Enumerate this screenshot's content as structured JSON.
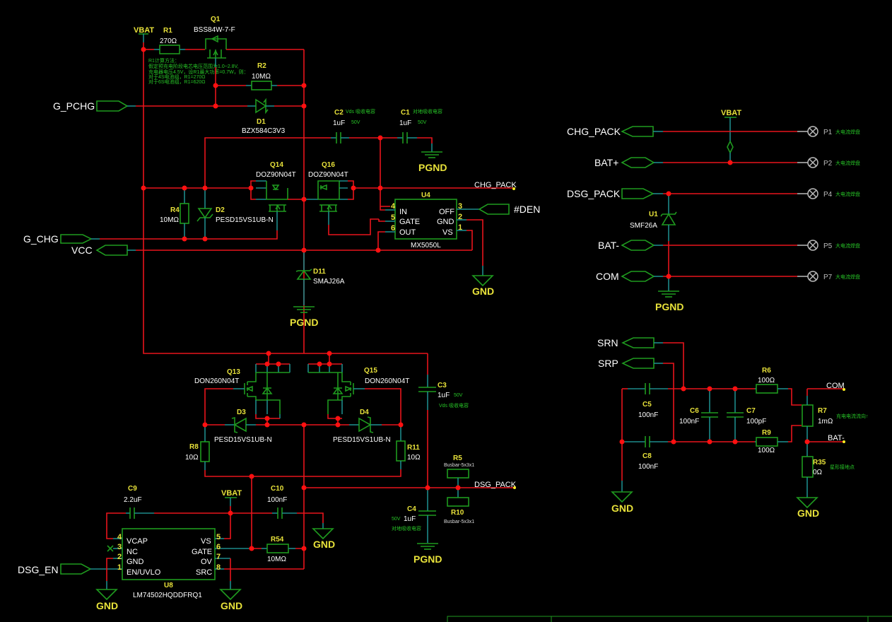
{
  "nets": {
    "vbat": "VBAT",
    "pgnd": "PGND",
    "gnd": "GND",
    "g_pchg": "G_PCHG",
    "g_chg": "G_CHG",
    "vcc": "VCC",
    "chg_pack": "CHG_PACK",
    "den": "#DEN",
    "dsg_pack": "DSG_PACK",
    "dsg_en": "DSG_EN",
    "bat_plus": "BAT+",
    "bat_minus": "BAT-",
    "com": "COM",
    "srn": "SRN",
    "srp": "SRP"
  },
  "components": {
    "R1": {
      "ref": "R1",
      "value": "270Ω"
    },
    "R2": {
      "ref": "R2",
      "value": "10MΩ"
    },
    "R4": {
      "ref": "R4",
      "value": "10MΩ"
    },
    "R5": {
      "ref": "R5",
      "value": "Busbar-5x3x1"
    },
    "R6": {
      "ref": "R6",
      "value": "100Ω"
    },
    "R7": {
      "ref": "R7",
      "value": "1mΩ"
    },
    "R8": {
      "ref": "R8",
      "value": "10Ω"
    },
    "R9": {
      "ref": "R9",
      "value": "100Ω"
    },
    "R10": {
      "ref": "R10",
      "value": "Busbar-5x3x1"
    },
    "R11": {
      "ref": "R11",
      "value": "10Ω"
    },
    "R35": {
      "ref": "R35",
      "value": "0Ω"
    },
    "R54": {
      "ref": "R54",
      "value": "10MΩ"
    },
    "Q1": {
      "ref": "Q1",
      "value": "BSS84W-7-F"
    },
    "Q13": {
      "ref": "Q13",
      "value": "DON260N04T"
    },
    "Q14": {
      "ref": "Q14",
      "value": "DOZ90N04T"
    },
    "Q15": {
      "ref": "Q15",
      "value": "DON260N04T"
    },
    "Q16": {
      "ref": "Q16",
      "value": "DOZ90N04T"
    },
    "D1": {
      "ref": "D1",
      "value": "BZX584C3V3"
    },
    "D2": {
      "ref": "D2",
      "value": "PESD15VS1UB-N"
    },
    "D3": {
      "ref": "D3",
      "value": "PESD15VS1UB-N"
    },
    "D4": {
      "ref": "D4",
      "value": "PESD15VS1UB-N"
    },
    "D11": {
      "ref": "D11",
      "value": "SMAJ26A"
    },
    "U1": {
      "ref": "U1",
      "value": "SMF26A"
    },
    "C1": {
      "ref": "C1",
      "value": "1uF",
      "voltage": "50V",
      "note": "对地吸收电容"
    },
    "C2": {
      "ref": "C2",
      "value": "1uF",
      "voltage": "50V",
      "note": "Vds 吸收电容"
    },
    "C3": {
      "ref": "C3",
      "value": "1uF",
      "voltage": "50V",
      "note": "Vds 吸收电容"
    },
    "C4": {
      "ref": "C4",
      "value": "1uF",
      "voltage": "50V",
      "note": "对地吸收电容"
    },
    "C5": {
      "ref": "C5",
      "value": "100nF"
    },
    "C6": {
      "ref": "C6",
      "value": "100nF"
    },
    "C7": {
      "ref": "C7",
      "value": "100pF"
    },
    "C8": {
      "ref": "C8",
      "value": "100nF"
    },
    "C9": {
      "ref": "C9",
      "value": "2.2uF"
    },
    "C10": {
      "ref": "C10",
      "value": "100nF"
    }
  },
  "U4": {
    "ref": "U4",
    "value": "MX5050L",
    "pins_left": [
      {
        "num": "4",
        "name": "IN"
      },
      {
        "num": "5",
        "name": "GATE"
      },
      {
        "num": "6",
        "name": "OUT"
      }
    ],
    "pins_right": [
      {
        "num": "3",
        "name": "OFF"
      },
      {
        "num": "2",
        "name": "GND"
      },
      {
        "num": "1",
        "name": "VS"
      }
    ]
  },
  "U8": {
    "ref": "U8",
    "value": "LM74502HQDDFRQ1",
    "pins_left": [
      {
        "num": "4",
        "name": "VCAP"
      },
      {
        "num": "3",
        "name": "NC"
      },
      {
        "num": "2",
        "name": "GND"
      },
      {
        "num": "1",
        "name": "EN/UVLO"
      }
    ],
    "pins_right": [
      {
        "num": "5",
        "name": "VS"
      },
      {
        "num": "6",
        "name": "GATE"
      },
      {
        "num": "7",
        "name": "OV"
      },
      {
        "num": "8",
        "name": "SRC"
      }
    ]
  },
  "r1_note": [
    "R1计算方法：",
    "假定预充电阶段电芯电压范围为1.0~2.8V,",
    "充电器电压4.5V，设R1最大功率=0.7W，则：",
    "对于4S电池组，R1=270Ω",
    "对于6S电池组，R1=620Ω"
  ],
  "pads": [
    {
      "ref": "P1",
      "note": "大电流焊盘"
    },
    {
      "ref": "P2",
      "note": "大电流焊盘"
    },
    {
      "ref": "P4",
      "note": "大电流焊盘"
    },
    {
      "ref": "P5",
      "note": "大电流焊盘"
    },
    {
      "ref": "P7",
      "note": "大电流焊盘"
    }
  ],
  "notes": {
    "r7": "充电电流流向↑",
    "r35": "星形接地点"
  },
  "colors": {
    "background": "#000000",
    "wire": "#e8141c",
    "pin": "#1d8a8a",
    "symbol": "#1f9a1f",
    "designator": "#e8e23a",
    "junction": "#ff1010"
  }
}
